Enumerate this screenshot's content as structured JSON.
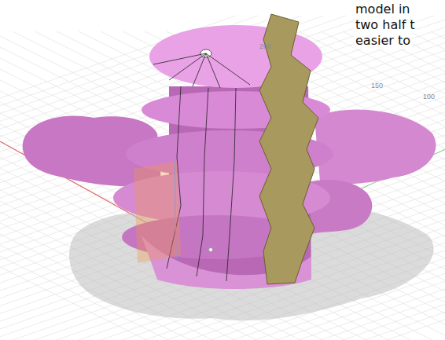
{
  "diagram": {
    "labels": [
      "model in",
      "two half t",
      "easier to",
      "200",
      "150",
      "100"
    ]
  }
}
